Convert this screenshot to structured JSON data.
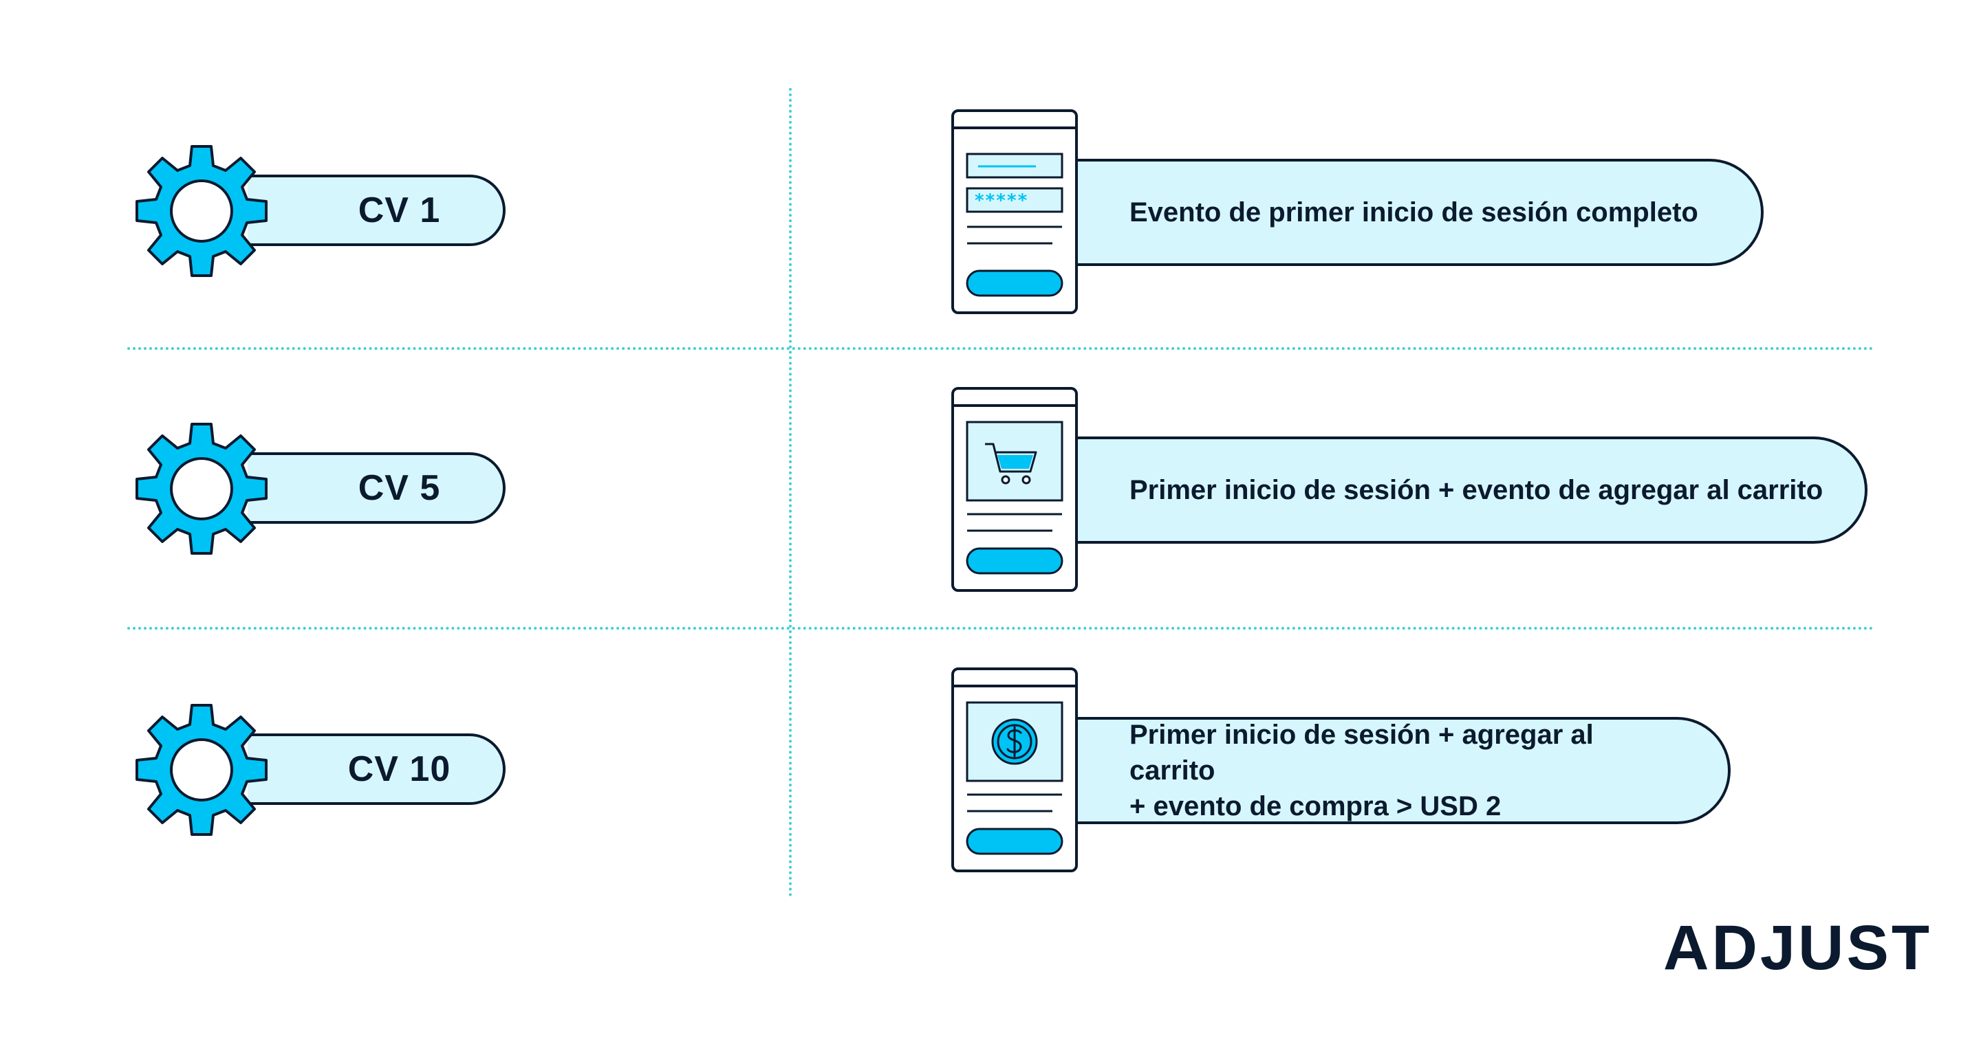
{
  "rows": [
    {
      "cv_label": "CV 1",
      "event_lines": [
        "Evento de primer inicio de sesión completo"
      ],
      "illustration": "login-form-icon"
    },
    {
      "cv_label": "CV 5",
      "event_lines": [
        "Primer inicio de sesión + evento de agregar al carrito"
      ],
      "illustration": "shopping-cart-icon"
    },
    {
      "cv_label": "CV 10",
      "event_lines": [
        "Primer inicio de sesión + agregar al carrito",
        "+ evento de compra > USD 2"
      ],
      "illustration": "dollar-coin-icon"
    }
  ],
  "login_form": {
    "password_mask": "*****"
  },
  "brand": {
    "name": "ADJUST"
  },
  "colors": {
    "accent": "#00c3f5",
    "pill_fill": "#d6f6fd",
    "outline": "#0b1a2e",
    "divider": "#3fd0d6"
  }
}
